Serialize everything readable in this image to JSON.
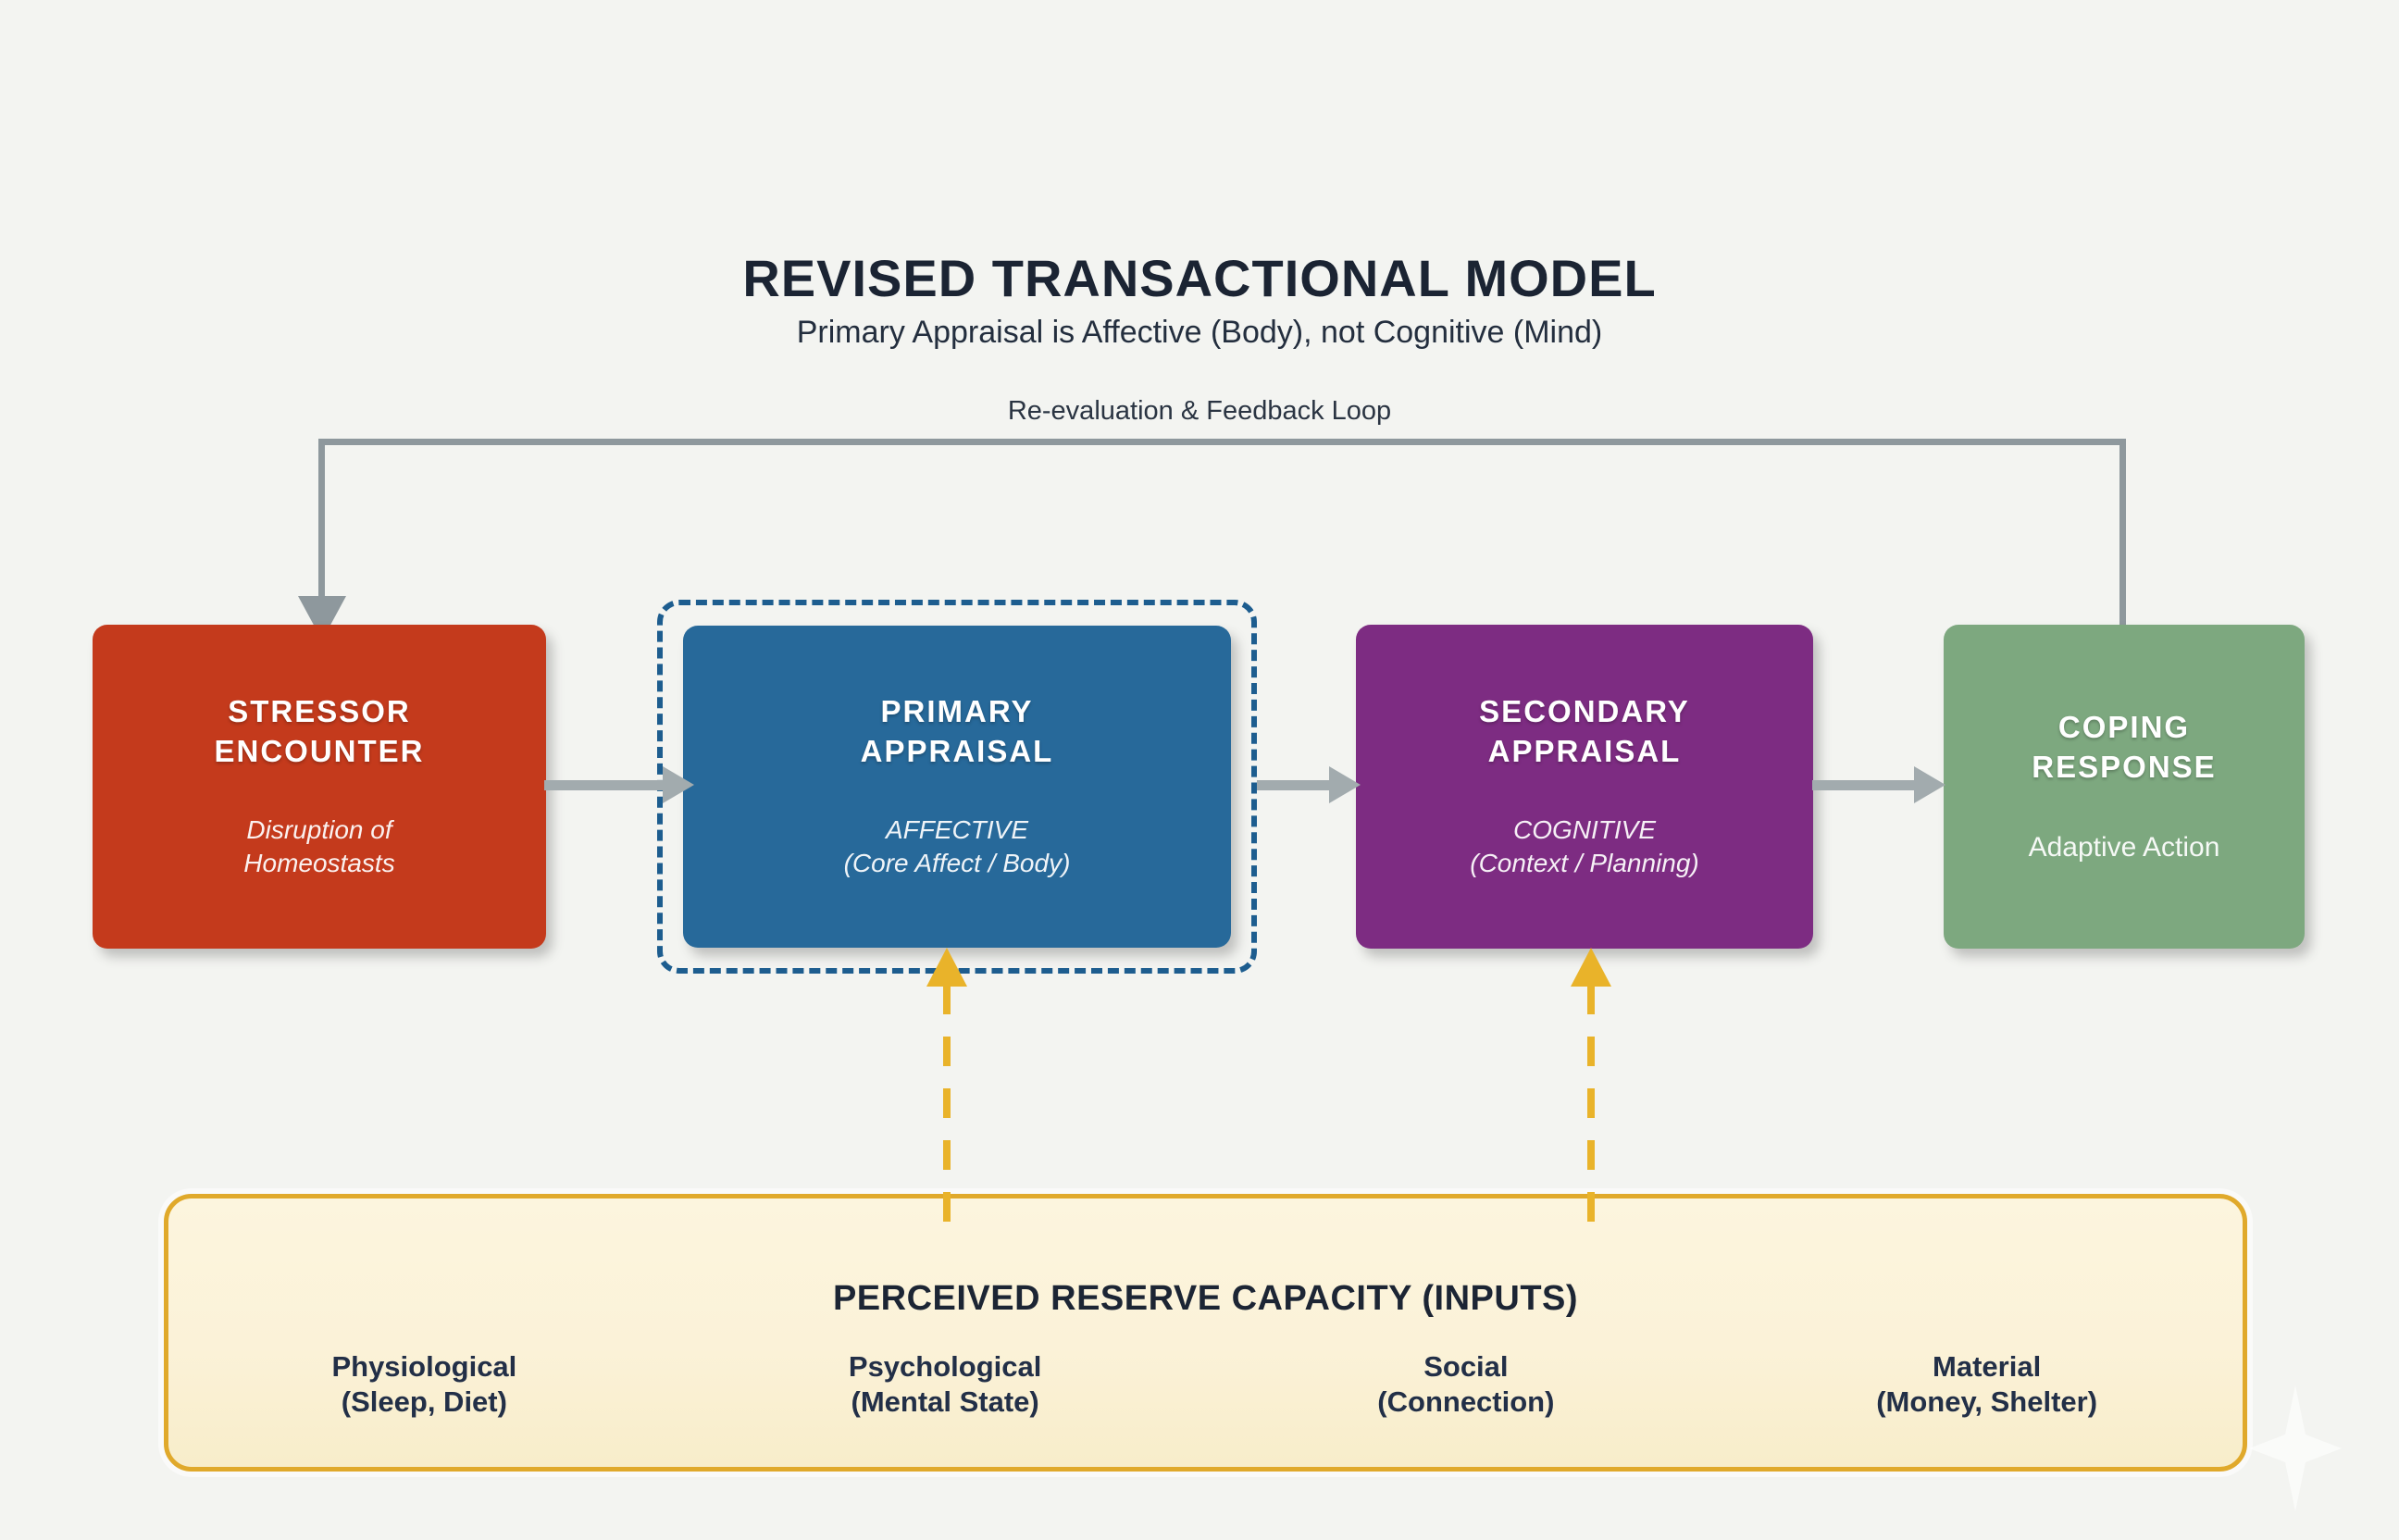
{
  "title": "REVISED TRANSACTIONAL MODEL",
  "subtitle": "Primary Appraisal is Affective (Body), not Cognitive (Mind)",
  "feedback_loop": {
    "label": "Re-evaluation & Feedback Loop"
  },
  "flow": [
    {
      "name": "stressor-encounter",
      "heading1": "STRESSOR",
      "heading2": "ENCOUNTER",
      "detail1": "Disruption of",
      "detail2": "Homeostasts",
      "fill": "#c43a1c"
    },
    {
      "name": "primary-appraisal",
      "heading1": "PRIMARY",
      "heading2": "APPRAISAL",
      "detail1": "AFFECTIVE",
      "detail2": "(Core Affect / Body)",
      "fill": "#27699a",
      "highlighted": true
    },
    {
      "name": "secondary-appraisal",
      "heading1": "SECONDARY",
      "heading2": "APPRAISAL",
      "detail1": "COGNITIVE",
      "detail2": "(Context / Planning)",
      "fill": "#7d2c82"
    },
    {
      "name": "coping-response",
      "heading1": "COPING",
      "heading2": "RESPONSE",
      "detail1": "Adaptive Action",
      "fill": "#7da87f"
    }
  ],
  "reserve_panel": {
    "title": "PERCEIVED RESERVE CAPACITY (INPUTS)",
    "items": [
      {
        "label": "Physiological",
        "detail": "(Sleep, Diet)"
      },
      {
        "label": "Psychological",
        "detail": "(Mental State)"
      },
      {
        "label": "Social",
        "detail": "(Connection)"
      },
      {
        "label": "Material",
        "detail": "(Money, Shelter)"
      }
    ]
  },
  "colors": {
    "background": "#f3f4f1",
    "stressor_fill": "#c43a1c",
    "primary_fill": "#27699a",
    "secondary_fill": "#7d2c82",
    "coping_fill": "#7da87f",
    "highlight_dash_border": "#1d5d8f",
    "flow_arrow": "#a2abae",
    "feedback_line": "#8e989d",
    "input_arrow": "#e9b32a",
    "panel_border": "#e0a92b",
    "panel_fill": "#fbf2d8",
    "heading_text": "#1b2433"
  }
}
